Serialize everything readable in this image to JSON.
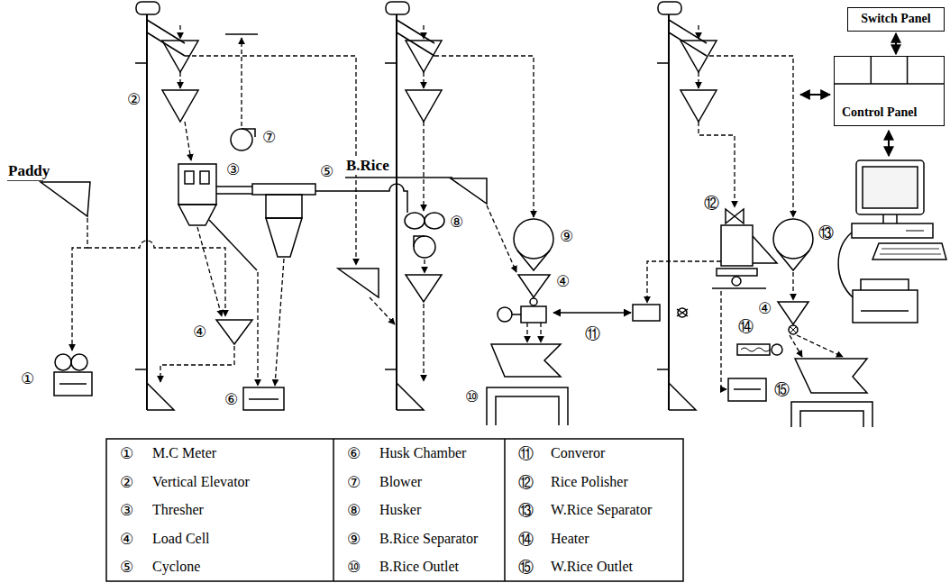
{
  "diagram": {
    "nodes": [
      {
        "text": [
          "Switch Panel"
        ]
      },
      {
        "text": [
          "Control Panel"
        ]
      }
    ],
    "edges": [
      {
        "from": 0,
        "to": 1,
        "arrow": "both"
      }
    ],
    "labels": [
      "Paddy",
      "B.Rice",
      "①",
      "②",
      "③",
      "④",
      "⑤",
      "⑥",
      "⑦",
      "⑧",
      "⑨",
      "④",
      "⑩",
      "⑪",
      "⑫",
      "⑬",
      "⑭",
      "④",
      "⑮",
      "①",
      "M.C Meter",
      "⑥",
      "Husk Chamber",
      "⑪",
      "Converor",
      "②",
      "Vertical Elevator",
      "⑦",
      "Blower",
      "⑫",
      "Rice Polisher",
      "③",
      "Thresher",
      "⑧",
      "Husker",
      "⑬",
      "W.Rice Separator",
      "④",
      "Load Cell",
      "⑨",
      "B.Rice Separator",
      "⑭",
      "Heater",
      "⑤",
      "Cyclone",
      "⑩",
      "B.Rice Outlet",
      "⑮",
      "W.Rice Outlet"
    ]
  }
}
